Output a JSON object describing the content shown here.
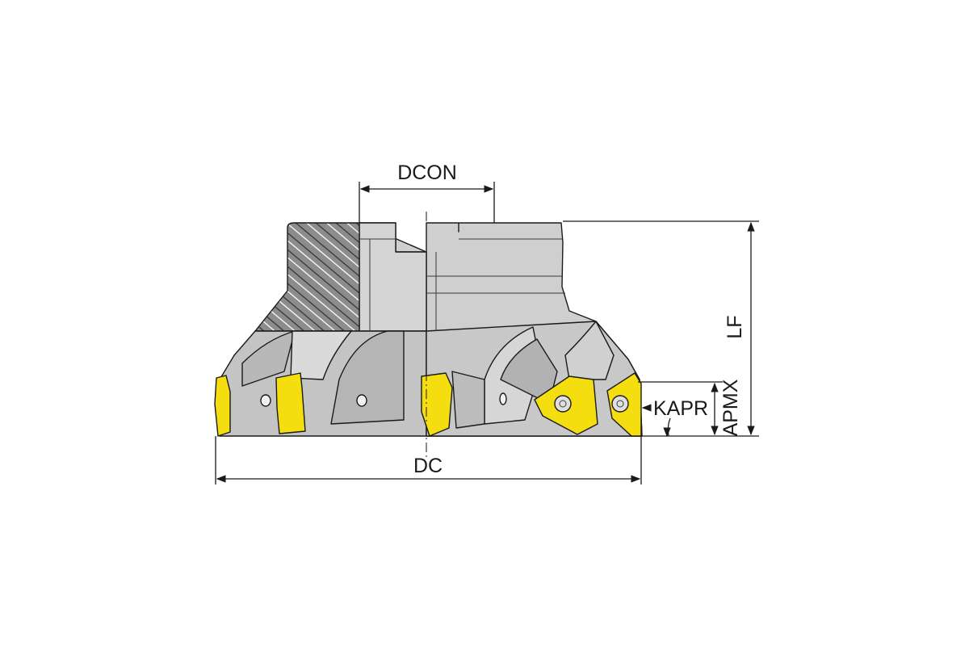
{
  "labels": {
    "dcon": "DCON",
    "dc": "DC",
    "lf": "LF",
    "apmx": "APMX",
    "kapr": "KAPR"
  },
  "colors": {
    "body": "#c8c8c8",
    "body_light": "#d9d9d9",
    "body_dark": "#a9a9a9",
    "section": "#8a8a8a",
    "insert": "#f5de10",
    "insert_edge": "#c7b000",
    "line": "#1a1a1a"
  },
  "icons": {
    "arrow": "dimension-arrowhead",
    "screw": "insert-screw"
  }
}
